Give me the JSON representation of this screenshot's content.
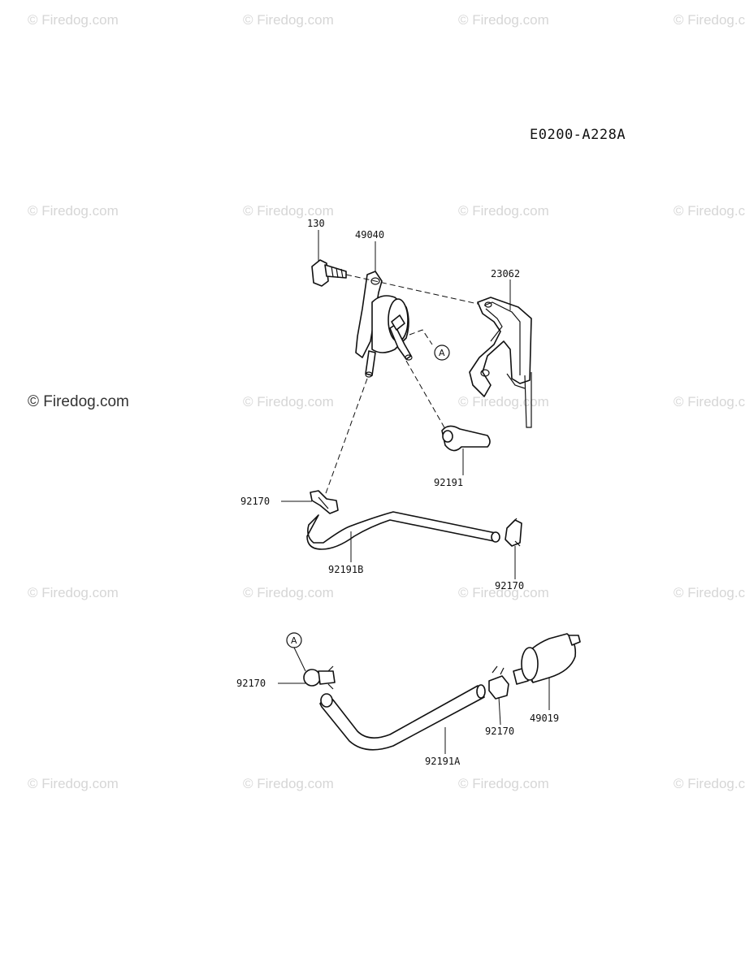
{
  "watermark": "© Firedog.com",
  "diagram_code": "E0200-A228A",
  "ref_marker": "A",
  "parts": {
    "bolt": "130",
    "fuel_pump": "49040",
    "bracket": "23062",
    "hose_short": "92191",
    "clamp_upper_left": "92170",
    "hose_b": "92191B",
    "clamp_upper_right": "92170",
    "clamp_lower_left": "92170",
    "clamp_lower_right": "92170",
    "fuel_filter": "49019",
    "hose_a": "92191A"
  }
}
